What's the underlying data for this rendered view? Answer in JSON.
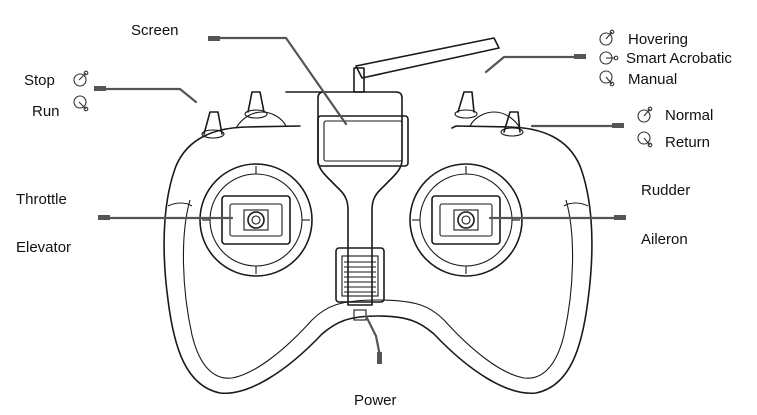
{
  "labels": {
    "screen": "Screen",
    "stop": "Stop",
    "run": "Run",
    "hovering": "Hovering",
    "smart_acrobatic": "Smart Acrobatic",
    "manual": "Manual",
    "normal": "Normal",
    "return": "Return",
    "throttle": "Throttle",
    "elevator": "Elevator",
    "rudder": "Rudder",
    "aileron": "Aileron",
    "power": "Power"
  },
  "icons": {
    "stop": "switch-position-up-icon",
    "run": "switch-position-down-icon",
    "hovering": "switch-position-up-icon",
    "smart_acrobatic": "switch-position-middle-icon",
    "manual": "switch-position-down-icon",
    "normal": "switch-position-up-icon",
    "return": "switch-position-down-icon"
  },
  "colors": {
    "line": "#1a1a1a",
    "leader": "#555555",
    "background": "#ffffff"
  }
}
